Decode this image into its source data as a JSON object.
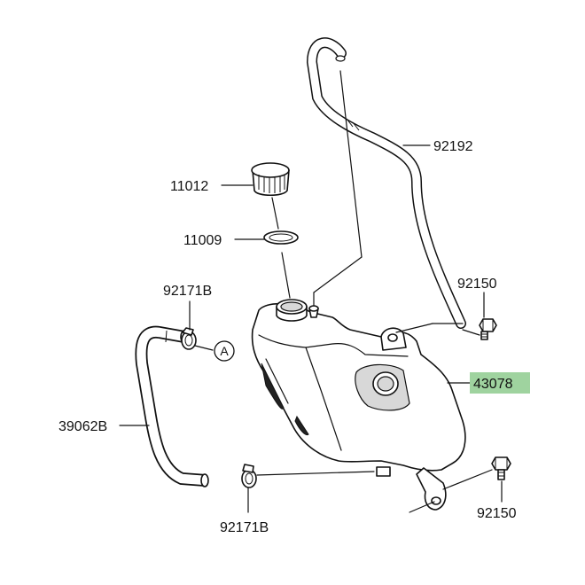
{
  "labels": {
    "breather_hose": "92192",
    "cap": "11012",
    "gasket": "11009",
    "clamp_top": "92171B",
    "bolt_top": "92150",
    "reservoir_tank": "43078",
    "hose": "39062B",
    "clamp_bottom": "92171B",
    "bolt_bottom": "92150",
    "reference_marker": "A"
  },
  "colors": {
    "highlight": "#9fd39f",
    "line": "#111111",
    "background": "#ffffff"
  }
}
